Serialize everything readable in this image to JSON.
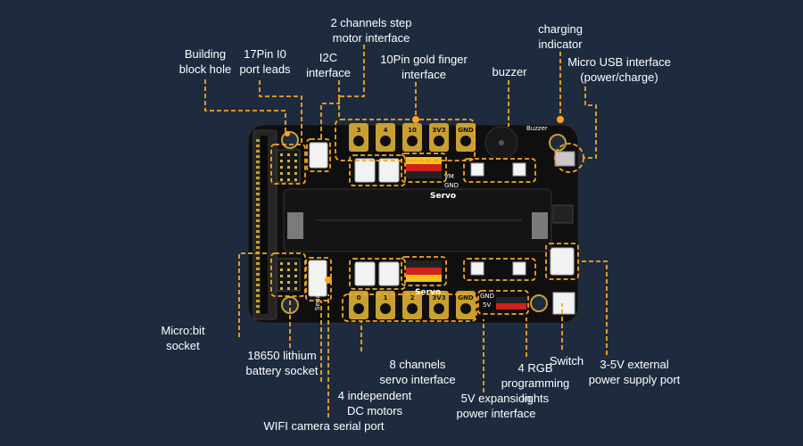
{
  "colors": {
    "background": "#1e2b3f",
    "board": "#0f0f10",
    "callout": "#f5a623",
    "label_text": "#ffffff",
    "gold_pad": "#c8a032",
    "header_red": "#d0211c",
    "header_yellow": "#f4c21a",
    "header_black": "#222222"
  },
  "labels": {
    "building_block_hole": "Building\nblock hole",
    "pin_leads": "17Pin I0\nport leads",
    "step_motor": "2 channels step\nmotor interface",
    "i2c": "I2C\ninterface",
    "gold_finger": "10Pin gold finger\ninterface",
    "buzzer": "buzzer",
    "charging_indicator": "charging\nindicator",
    "micro_usb": "Micro USB interface\n(power/charge)",
    "microbit_socket": "Micro:bit\nsocket",
    "battery_socket": "18650 lithium\nbattery socket",
    "servo_interface": "8 channels\nservo interface",
    "rgb_lights": "4 RGB\nprogramming\nlights",
    "switch": "Switch",
    "external_power": "3-5V external\npower supply port",
    "dc_motors": "4 independent\nDC motors",
    "expansion_5v": "5V expansion\npower interface",
    "wifi_camera": "WIFI camera serial port"
  },
  "board": {
    "top_pads": [
      "3",
      "4",
      "10",
      "3V3",
      "GND"
    ],
    "bottom_pads": [
      "0",
      "1",
      "2",
      "3V3",
      "GND"
    ],
    "silk_servo": "Servo",
    "silk_buzzer": "Buzzer",
    "silk_vm": "VM",
    "silk_gnd": "GND",
    "silk_5v": "5V",
    "silk_serial": "Serial"
  }
}
